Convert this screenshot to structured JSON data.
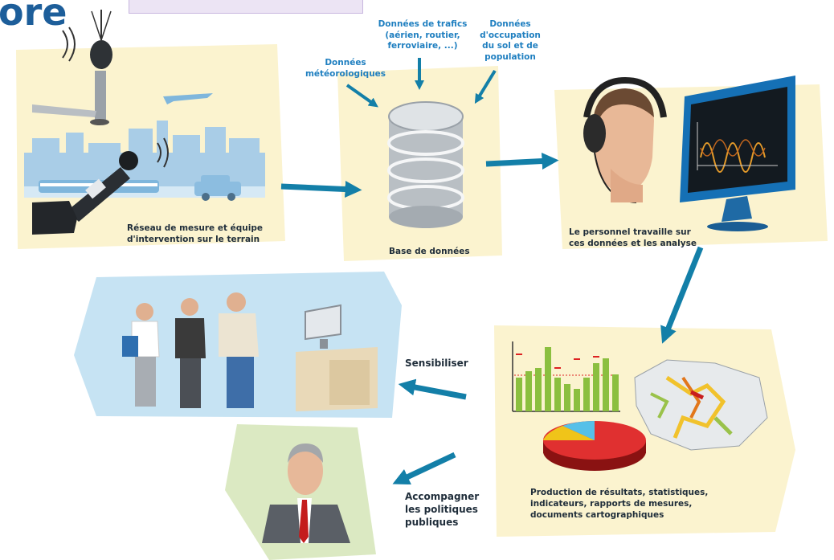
{
  "title_fragment": "ore",
  "nodes": {
    "field": {
      "label_line1": "Réseau de mesure et équipe",
      "label_line2": "d'intervention sur le terrain"
    },
    "database": {
      "label": "Base de données"
    },
    "staff": {
      "label_line1": "Le personnel travaille sur",
      "label_line2": "ces données et les analyse"
    },
    "production": {
      "label_line1": "Production de résultats, statistiques,",
      "label_line2": "indicateurs, rapports de mesures,",
      "label_line3": "documents cartographiques"
    },
    "raise_awareness": {
      "label": "Sensibiliser"
    },
    "policy": {
      "label_line1": "Accompagner",
      "label_line2": "les politiques",
      "label_line3": "publiques"
    }
  },
  "inputs": {
    "weather": {
      "line1": "Données",
      "line2": "météorologiques"
    },
    "traffic": {
      "line1": "Données de trafics",
      "line2": "(aérien, routier,",
      "line3": "ferroviaire, ...)"
    },
    "land_use": {
      "line1": "Données",
      "line2": "d'occupation",
      "line3": "du sol et de",
      "line4": "population"
    }
  },
  "colors": {
    "panel_cream": "#fbf3cf",
    "panel_blue": "#c6e3f3",
    "panel_green": "#dbe9c2",
    "arrow": "#137fa8",
    "label_text": "#1f2d3a",
    "input_text": "#1f7fc0",
    "title": "#1d5e9a"
  },
  "icons": [
    "sound-level-meter-icon",
    "microphone-mast-icon",
    "airplane-icon",
    "train-icon",
    "car-icon",
    "database-icon",
    "headphones-person-icon",
    "monitor-waveform-icon",
    "bar-chart-icon",
    "pie-chart-icon",
    "noise-map-icon",
    "people-group-icon",
    "desk-computer-icon",
    "politician-icon"
  ]
}
